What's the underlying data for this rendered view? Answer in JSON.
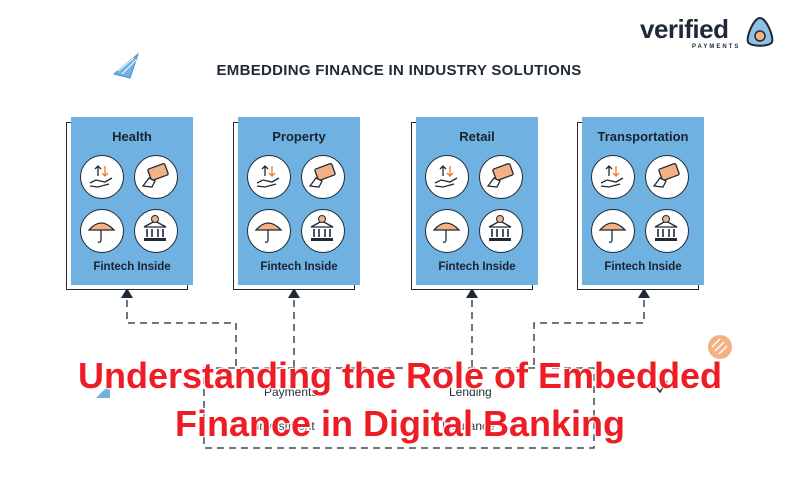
{
  "brand": {
    "word": "verified",
    "sub": "PAYMENTS"
  },
  "main_title": "EMBEDDING FINANCE IN INDUSTRY SOLUTIONS",
  "cards": [
    {
      "title": "Health",
      "footer": "Fintech Inside"
    },
    {
      "title": "Property",
      "footer": "Fintech Inside"
    },
    {
      "title": "Retail",
      "footer": "Fintech Inside"
    },
    {
      "title": "Transportation",
      "footer": "Fintech Inside"
    }
  ],
  "card_icons": [
    "hand-transfer-icon",
    "card-payment-icon",
    "umbrella-insurance-icon",
    "bank-icon"
  ],
  "bottom_labels": {
    "payments": "Payments",
    "lending": "Lending",
    "investment_fragment": "Investment",
    "insurance_fragment": "Insurance"
  },
  "overlay": {
    "line1": "Understanding the Role of Embedded",
    "line2": "Finance in Digital Banking"
  },
  "colors": {
    "card_blue": "#6fb1e0",
    "overlay_red": "#ee1c24",
    "ink": "#1f2a36",
    "accent_orange": "#f4b183"
  }
}
